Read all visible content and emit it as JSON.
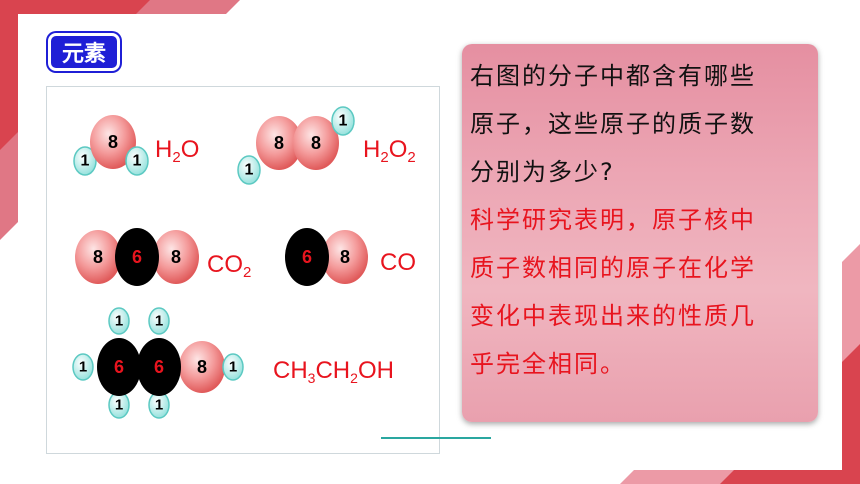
{
  "section_badge": "元素",
  "molecules": {
    "h2o": {
      "formula_main": "H",
      "sub1": "2",
      "formula_end": "O",
      "atoms": {
        "o": "8",
        "h1": "1",
        "h2": "1"
      }
    },
    "h2o2": {
      "formula_main": "H",
      "sub1": "2",
      "mid": "O",
      "sub2": "2",
      "atoms": {
        "o1": "8",
        "o2": "8",
        "h1": "1",
        "h2": "1"
      }
    },
    "co2": {
      "formula_main": "CO",
      "sub1": "2",
      "atoms": {
        "o1": "8",
        "c": "6",
        "o2": "8"
      }
    },
    "co": {
      "formula": "CO",
      "atoms": {
        "c": "6",
        "o": "8"
      }
    },
    "ethanol": {
      "p1": "CH",
      "s1": "3",
      "p2": "CH",
      "s2": "2",
      "p3": "OH",
      "atoms": {
        "c1": "6",
        "c2": "6",
        "o": "8",
        "h": "1"
      }
    }
  },
  "question_lines": [
    "右图的分子中都含有哪些",
    "原子，这些原子的质子数",
    "分别为多少?"
  ],
  "answer_lines": [
    "科学研究表明，原子核中",
    "质子数相同的原子在化学",
    "变化中表现出来的性质几",
    "乎完全相同。"
  ],
  "colors": {
    "accent_red": "#e8141e",
    "badge_blue": "#1f1fd6",
    "oxygen": "#f08a8a",
    "hydrogen": "#aee9e6",
    "carbon": "#000000",
    "frame_red": "#d9444f"
  }
}
